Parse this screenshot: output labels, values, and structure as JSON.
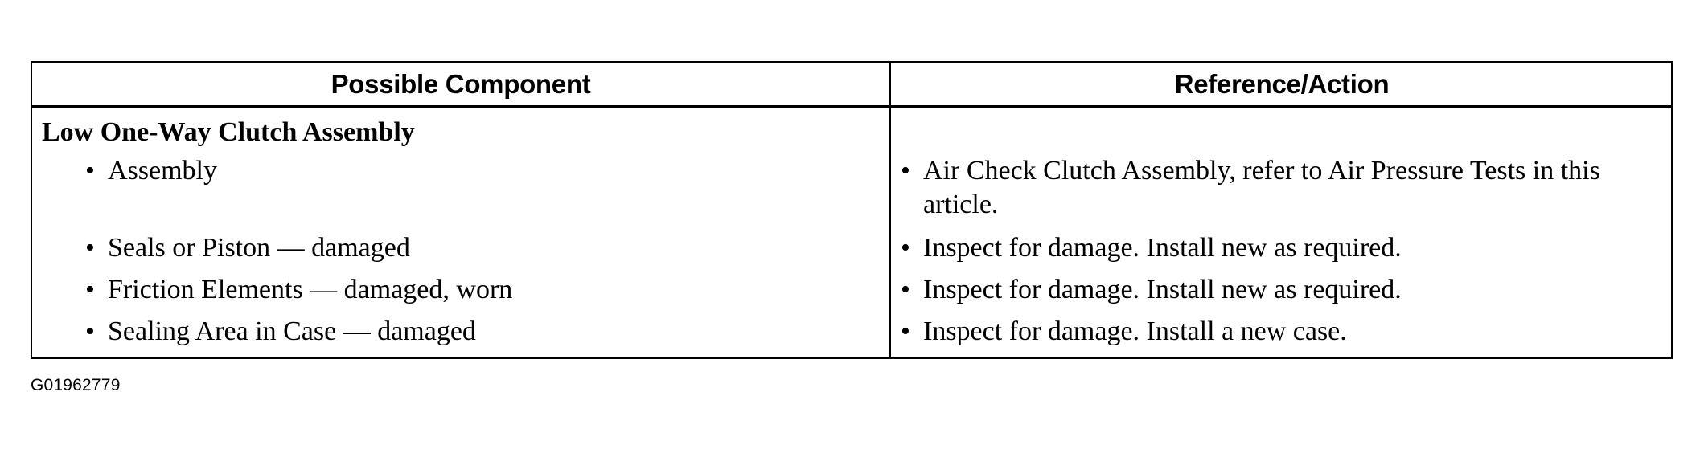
{
  "table": {
    "headers": {
      "component": "Possible Component",
      "action": "Reference/Action"
    },
    "group_title": "Low One-Way Clutch Assembly",
    "rows": [
      {
        "component": "Assembly",
        "action": "Air Check Clutch Assembly, refer to Air Pressure Tests in this article."
      },
      {
        "component": "Seals or Piston — damaged",
        "action": "Inspect for damage. Install new as required."
      },
      {
        "component": "Friction Elements — damaged, worn",
        "action": "Inspect for damage. Install new as required."
      },
      {
        "component": "Sealing Area in Case — damaged",
        "action": "Inspect for damage. Install a new case."
      }
    ],
    "bullet_char": "•"
  },
  "figure_id": "G01962779"
}
